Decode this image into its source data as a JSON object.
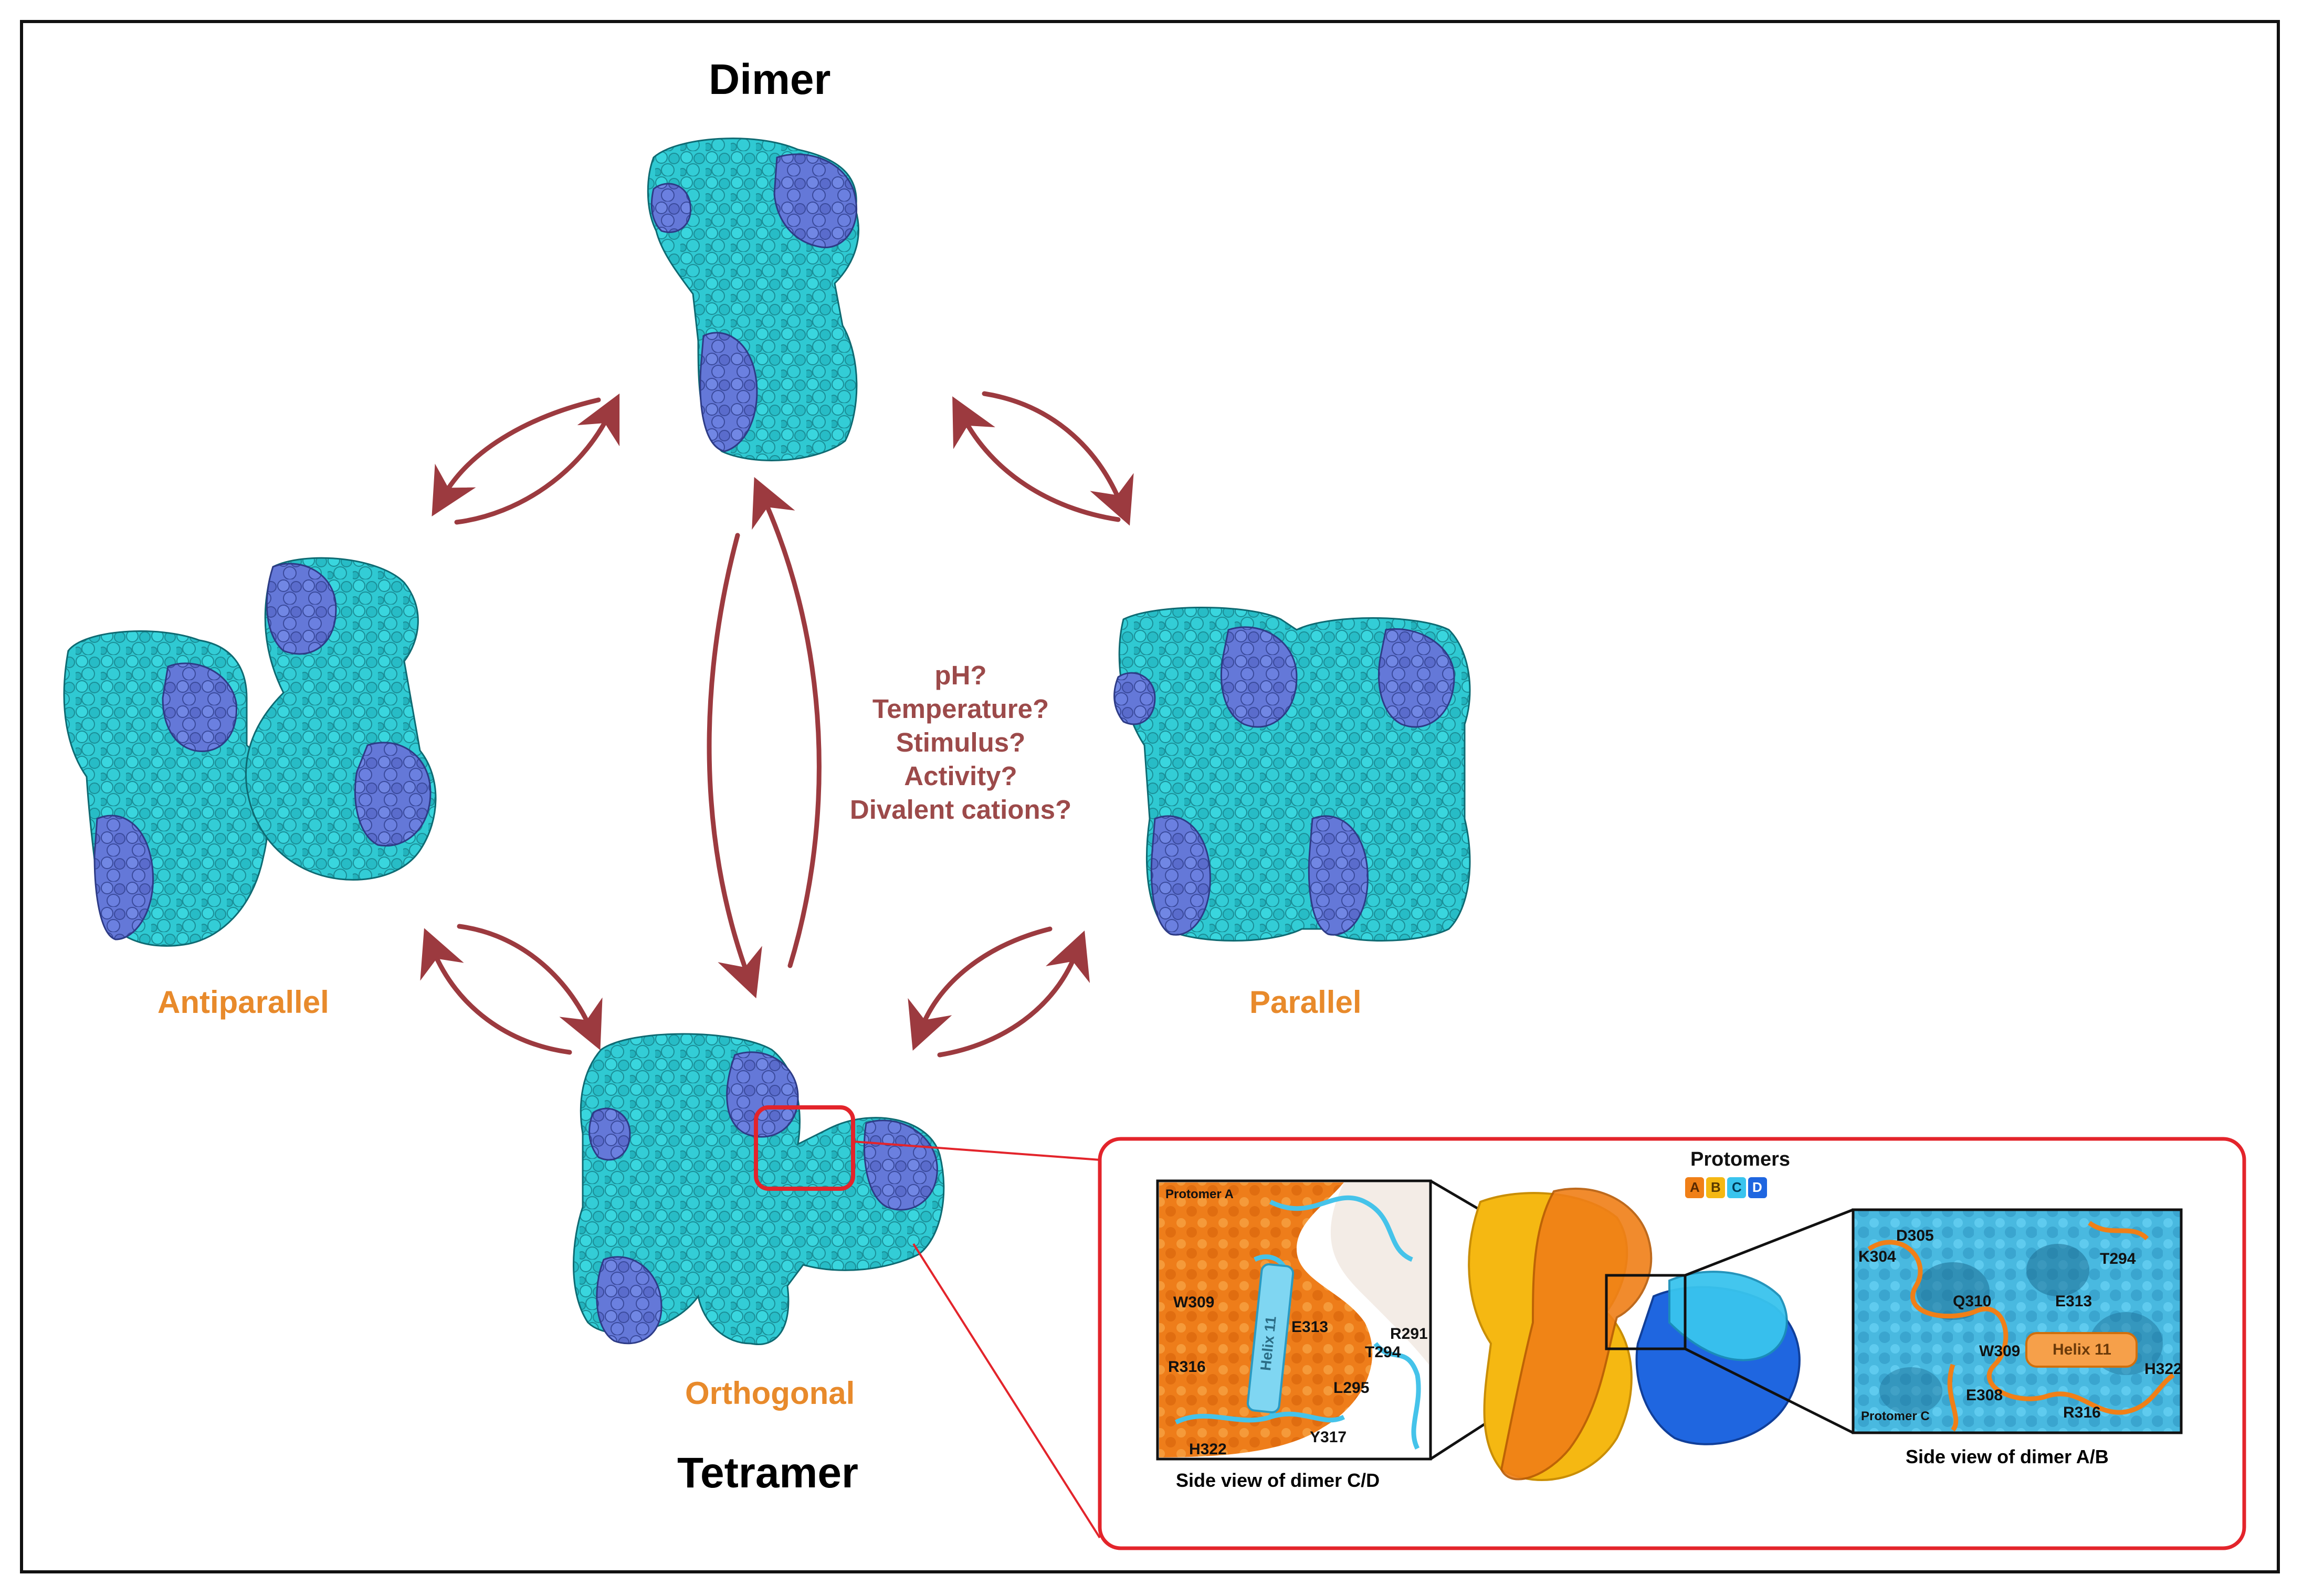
{
  "titles": {
    "dimer": "Dimer",
    "tetramer": "Tetramer"
  },
  "orientations": {
    "antiparallel": "Antiparallel",
    "parallel": "Parallel",
    "orthogonal": "Orthogonal"
  },
  "questions": [
    "pH?",
    "Temperature?",
    "Stimulus?",
    "Activity?",
    "Divalent cations?"
  ],
  "inset": {
    "left_panel": {
      "protomer_label": "Protomer A",
      "helix_label": "Helix 11",
      "residues": [
        "W309",
        "E313",
        "R291",
        "T294",
        "R316",
        "L295",
        "H322",
        "Y317"
      ],
      "caption": "Side view of dimer C/D"
    },
    "center": {
      "legend_title": "Protomers",
      "legend_items": [
        {
          "label": "A",
          "color": "#f07f17"
        },
        {
          "label": "B",
          "color": "#f5b812"
        },
        {
          "label": "C",
          "color": "#39c4ee"
        },
        {
          "label": "D",
          "color": "#1f66e0"
        }
      ]
    },
    "right_panel": {
      "protomer_label": "Protomer C",
      "helix_label": "Helix 11",
      "residues": [
        "K304",
        "D305",
        "T294",
        "Q310",
        "E313",
        "W309",
        "H322",
        "E308",
        "R316"
      ],
      "caption": "Side view of dimer A/B"
    }
  },
  "colors": {
    "cyan": "#29c6cf",
    "blue": "#6178d6",
    "arrow": "#9c3a3f",
    "highlight": "#e3242b",
    "orange_label": "#e88a2b"
  }
}
